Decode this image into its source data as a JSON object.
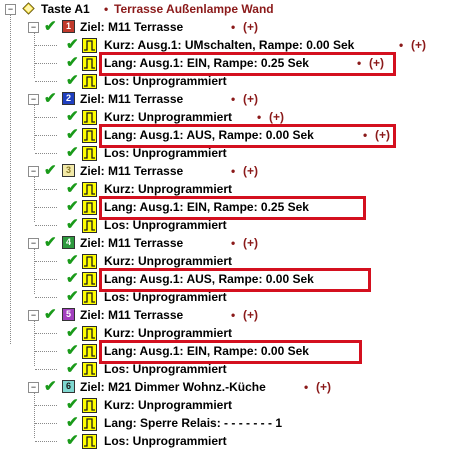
{
  "root": {
    "label": "Taste A1",
    "description": "Terrasse Außenlampe Wand"
  },
  "marker": "•",
  "plus": "(+)",
  "groups": [
    {
      "number": "1",
      "badge_color": "#c0392b",
      "badge_text": "#ffffff",
      "ziel": "Ziel: M11 Terrasse",
      "kurz": "Kurz: Ausg.1: UMschalten, Rampe: 0.00 Sek",
      "lang": "Lang: Ausg.1: EIN, Rampe: 0.25 Sek",
      "los": "Los:   Unprogrammiert"
    },
    {
      "number": "2",
      "badge_color": "#1f3fbf",
      "badge_text": "#ffffff",
      "ziel": "Ziel: M11 Terrasse",
      "kurz": "Kurz:  Unprogrammiert",
      "lang": "Lang: Ausg.1: AUS, Rampe: 0.00 Sek",
      "los": "Los:   Unprogrammiert"
    },
    {
      "number": "3",
      "badge_color": "#f2e9a8",
      "badge_text": "#8a7a2a",
      "ziel": "Ziel: M11 Terrasse",
      "kurz": "Kurz:  Unprogrammiert",
      "lang": "Lang: Ausg.1: EIN, Rampe: 0.25 Sek",
      "los": "Los:   Unprogrammiert"
    },
    {
      "number": "4",
      "badge_color": "#2e9a3e",
      "badge_text": "#ffffff",
      "ziel": "Ziel: M11 Terrasse",
      "kurz": "Kurz:  Unprogrammiert",
      "lang": "Lang: Ausg.1: AUS, Rampe: 0.00 Sek",
      "los": "Los:   Unprogrammiert"
    },
    {
      "number": "5",
      "badge_color": "#a23fbf",
      "badge_text": "#ffffff",
      "ziel": "Ziel: M11 Terrasse",
      "kurz": "Kurz:  Unprogrammiert",
      "lang": "Lang: Ausg.1: EIN, Rampe: 0.00 Sek",
      "los": "Los:   Unprogrammiert"
    },
    {
      "number": "6",
      "badge_color": "#7fd7d0",
      "badge_text": "#1a1a1a",
      "ziel": "Ziel: M21 Dimmer Wohnz.-Küche",
      "kurz": "Kurz:  Unprogrammiert",
      "lang": "Lang: Sperre Relais: - - - -  - - - 1",
      "los": "Los:   Unprogrammiert"
    }
  ]
}
